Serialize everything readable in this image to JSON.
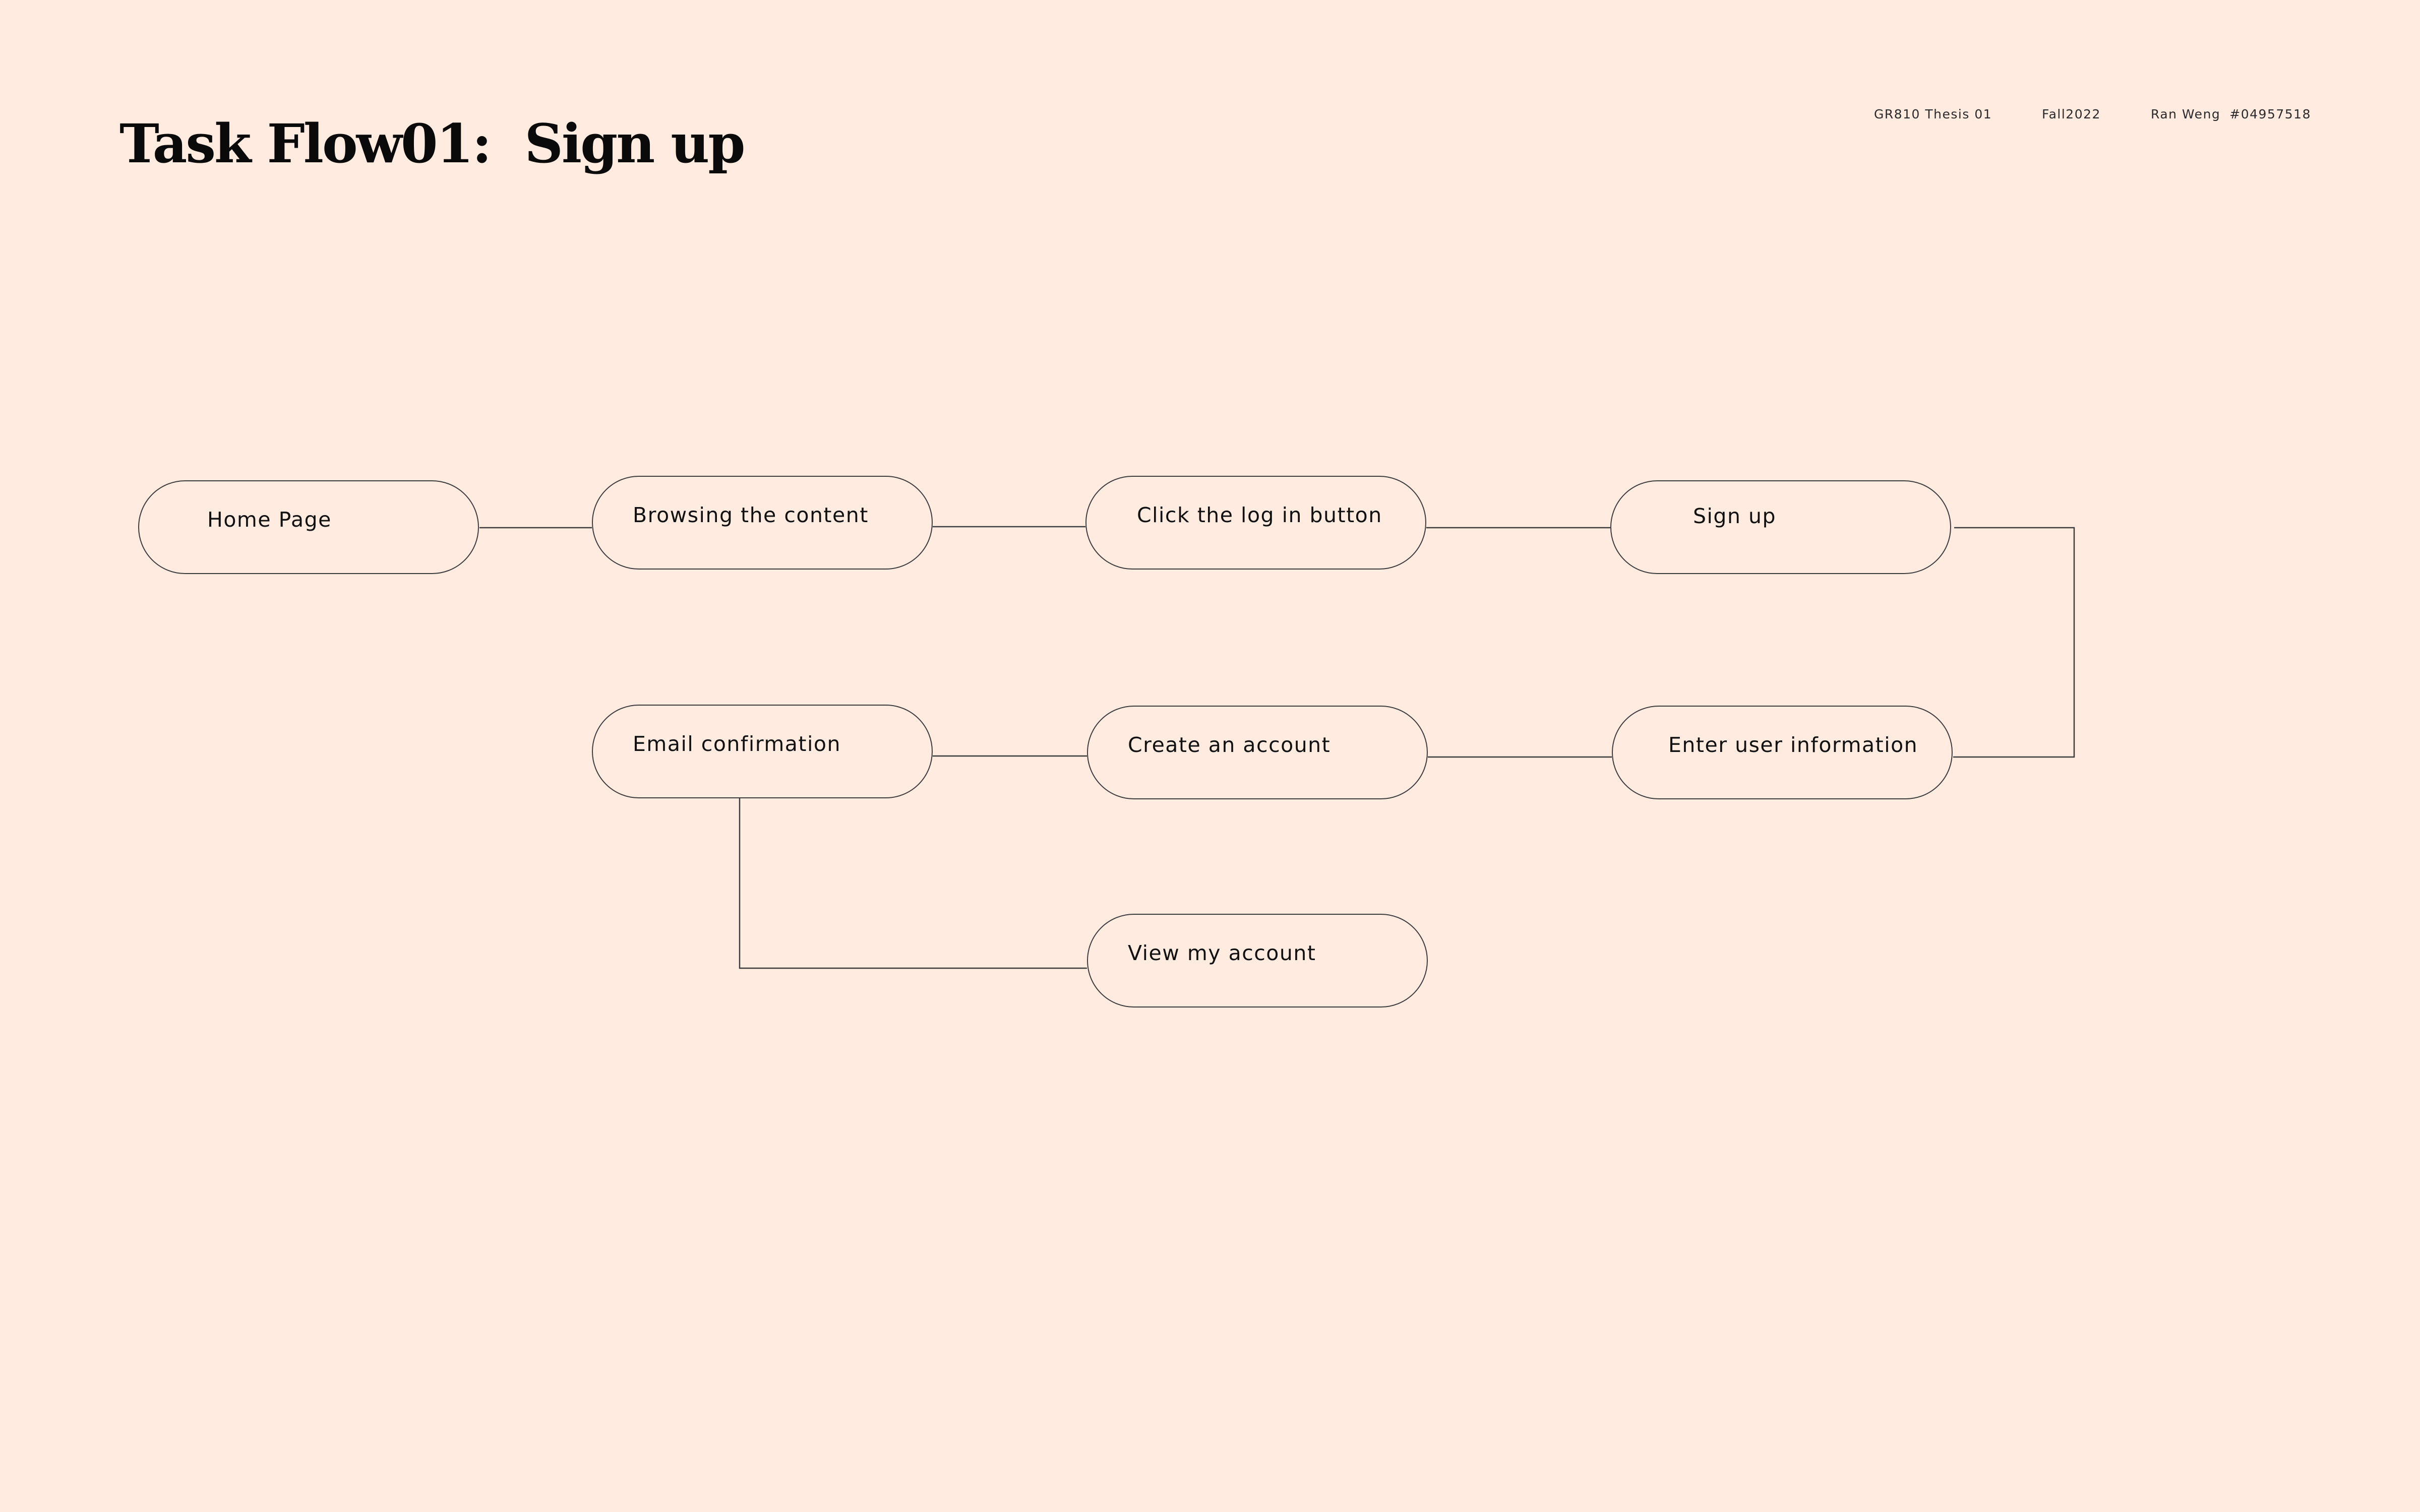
{
  "header": {
    "title": "Task Flow01:  Sign up",
    "course": "GR810 Thesis 01",
    "term": "Fall2022",
    "author_name": "Ran Weng",
    "author_id": "#04957518"
  },
  "flow": {
    "nodes": [
      {
        "id": "home-page",
        "label": "Home Page"
      },
      {
        "id": "browsing-the-content",
        "label": "Browsing the content"
      },
      {
        "id": "click-the-log-in-button",
        "label": "Click the log in button"
      },
      {
        "id": "sign-up",
        "label": "Sign up"
      },
      {
        "id": "enter-user-information",
        "label": "Enter user information"
      },
      {
        "id": "create-an-account",
        "label": "Create an account"
      },
      {
        "id": "email-confirmation",
        "label": "Email confirmation"
      },
      {
        "id": "view-my-account",
        "label": "View my account"
      }
    ],
    "edges": [
      {
        "from": "home-page",
        "to": "browsing-the-content"
      },
      {
        "from": "browsing-the-content",
        "to": "click-the-log-in-button"
      },
      {
        "from": "click-the-log-in-button",
        "to": "sign-up"
      },
      {
        "from": "sign-up",
        "to": "enter-user-information"
      },
      {
        "from": "enter-user-information",
        "to": "create-an-account"
      },
      {
        "from": "create-an-account",
        "to": "email-confirmation"
      },
      {
        "from": "email-confirmation",
        "to": "view-my-account"
      }
    ]
  },
  "colors": {
    "background": "#FFEBE0",
    "stroke": "#3C3C3C",
    "text": "#111111"
  }
}
